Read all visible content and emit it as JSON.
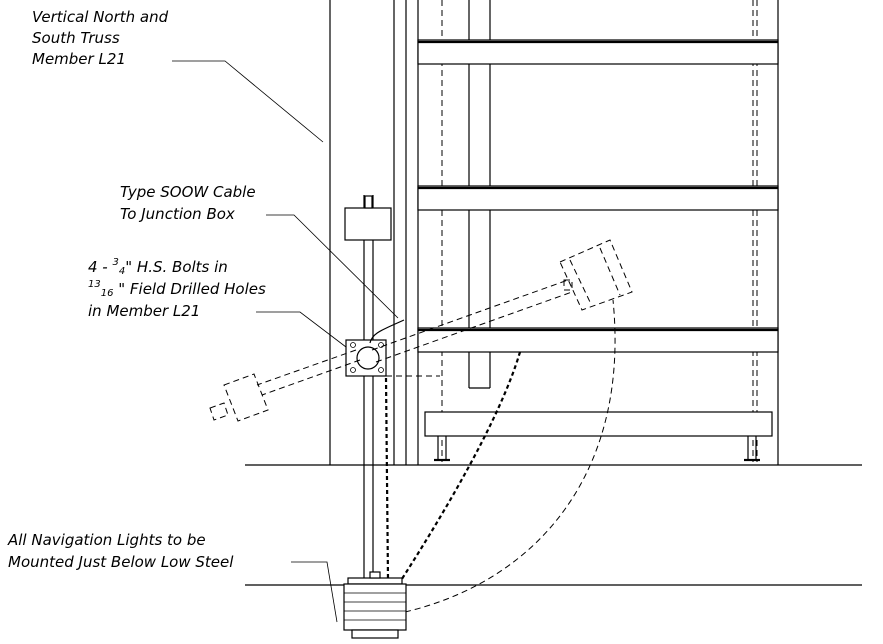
{
  "labels": {
    "truss_member": [
      "Vertical North and",
      "South Truss",
      "Member L21"
    ],
    "cable": [
      "Type SOOW Cable",
      "To Junction Box"
    ],
    "bolts": {
      "line1_prefix": "4 - ",
      "line1_frac_num": "3",
      "line1_frac_den": "4",
      "line1_suffix": "\" H.S. Bolts in",
      "line2_frac_num": "13",
      "line2_frac_den": "16",
      "line2_suffix": " \" Field Drilled Holes",
      "line3": "in Member L21"
    },
    "nav_lights": [
      "All Navigation Lights to be",
      "Mounted Just Below Low Steel"
    ]
  },
  "colors": {
    "line": "#000000",
    "background": "#ffffff"
  }
}
